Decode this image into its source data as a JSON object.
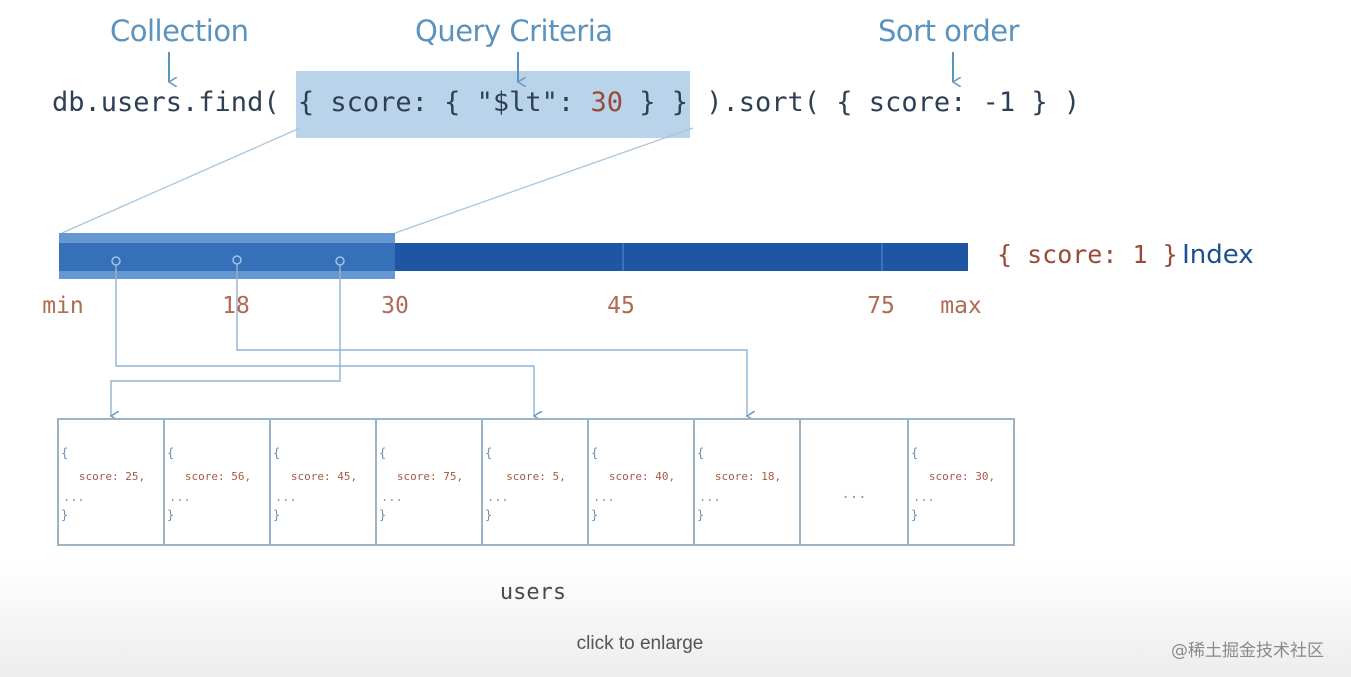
{
  "labels": {
    "collection": "Collection",
    "query_criteria": "Query Criteria",
    "sort_order": "Sort order"
  },
  "query": {
    "prefix": "db.users.find( ",
    "criteria_pre": "{ score: { \"$lt\": ",
    "criteria_value": "30",
    "criteria_post": " } }",
    "sort_pre": " ).sort( { score: ",
    "sort_value": "-1",
    "sort_post": " } )"
  },
  "index": {
    "key_label": "{ score: 1 }",
    "word": "Index",
    "ticks": [
      "min",
      "18",
      "30",
      "45",
      "75",
      "max"
    ]
  },
  "collection_docs": [
    {
      "field": "score: 25,",
      "more": "..."
    },
    {
      "field": "score: 56,",
      "more": "..."
    },
    {
      "field": "score: 45,",
      "more": "..."
    },
    {
      "field": "score: 75,",
      "more": "..."
    },
    {
      "field": "score: 5,",
      "more": "..."
    },
    {
      "field": "score: 40,",
      "more": "..."
    },
    {
      "field": "score: 18,",
      "more": "..."
    },
    {
      "field": "",
      "more": "..."
    },
    {
      "field": "score: 30,",
      "more": "..."
    }
  ],
  "doc_braces": {
    "open": "{",
    "close": "}"
  },
  "collection_name": "users",
  "footer": {
    "click_to_enlarge": "click to enlarge",
    "watermark": "@稀土掘金技术社区"
  },
  "colors": {
    "callout": "#5b93bf",
    "index_bar": "#1f56a3",
    "index_highlight": "#4a86c8",
    "query_highlight": "#b9d4ea",
    "value": "#9a4a36"
  }
}
